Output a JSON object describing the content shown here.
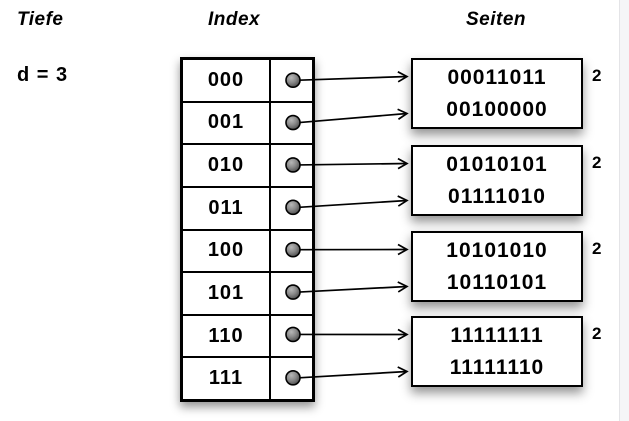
{
  "headers": {
    "tiefe": "Tiefe",
    "index": "Index",
    "seiten": "Seiten"
  },
  "depth": {
    "text": "d = 3"
  },
  "index_table": {
    "entries": [
      "000",
      "001",
      "010",
      "011",
      "100",
      "101",
      "110",
      "111"
    ]
  },
  "pages": [
    {
      "values": [
        "00011011",
        "00100000"
      ],
      "local_depth": "2"
    },
    {
      "values": [
        "01010101",
        "01111010"
      ],
      "local_depth": "2"
    },
    {
      "values": [
        "10101010",
        "10110101"
      ],
      "local_depth": "2"
    },
    {
      "values": [
        "11111111",
        "11111110"
      ],
      "local_depth": "2"
    }
  ],
  "icons": {
    "pointer_dot": "bucket-pointer-dot",
    "arrow": "right-arrow"
  },
  "colors": {
    "stroke": "#000000",
    "page_background": "#ffffff",
    "dot_center": "#b8b8b8",
    "dot_mid": "#8a8a8a",
    "dot_edge": "#3d3d3d"
  }
}
